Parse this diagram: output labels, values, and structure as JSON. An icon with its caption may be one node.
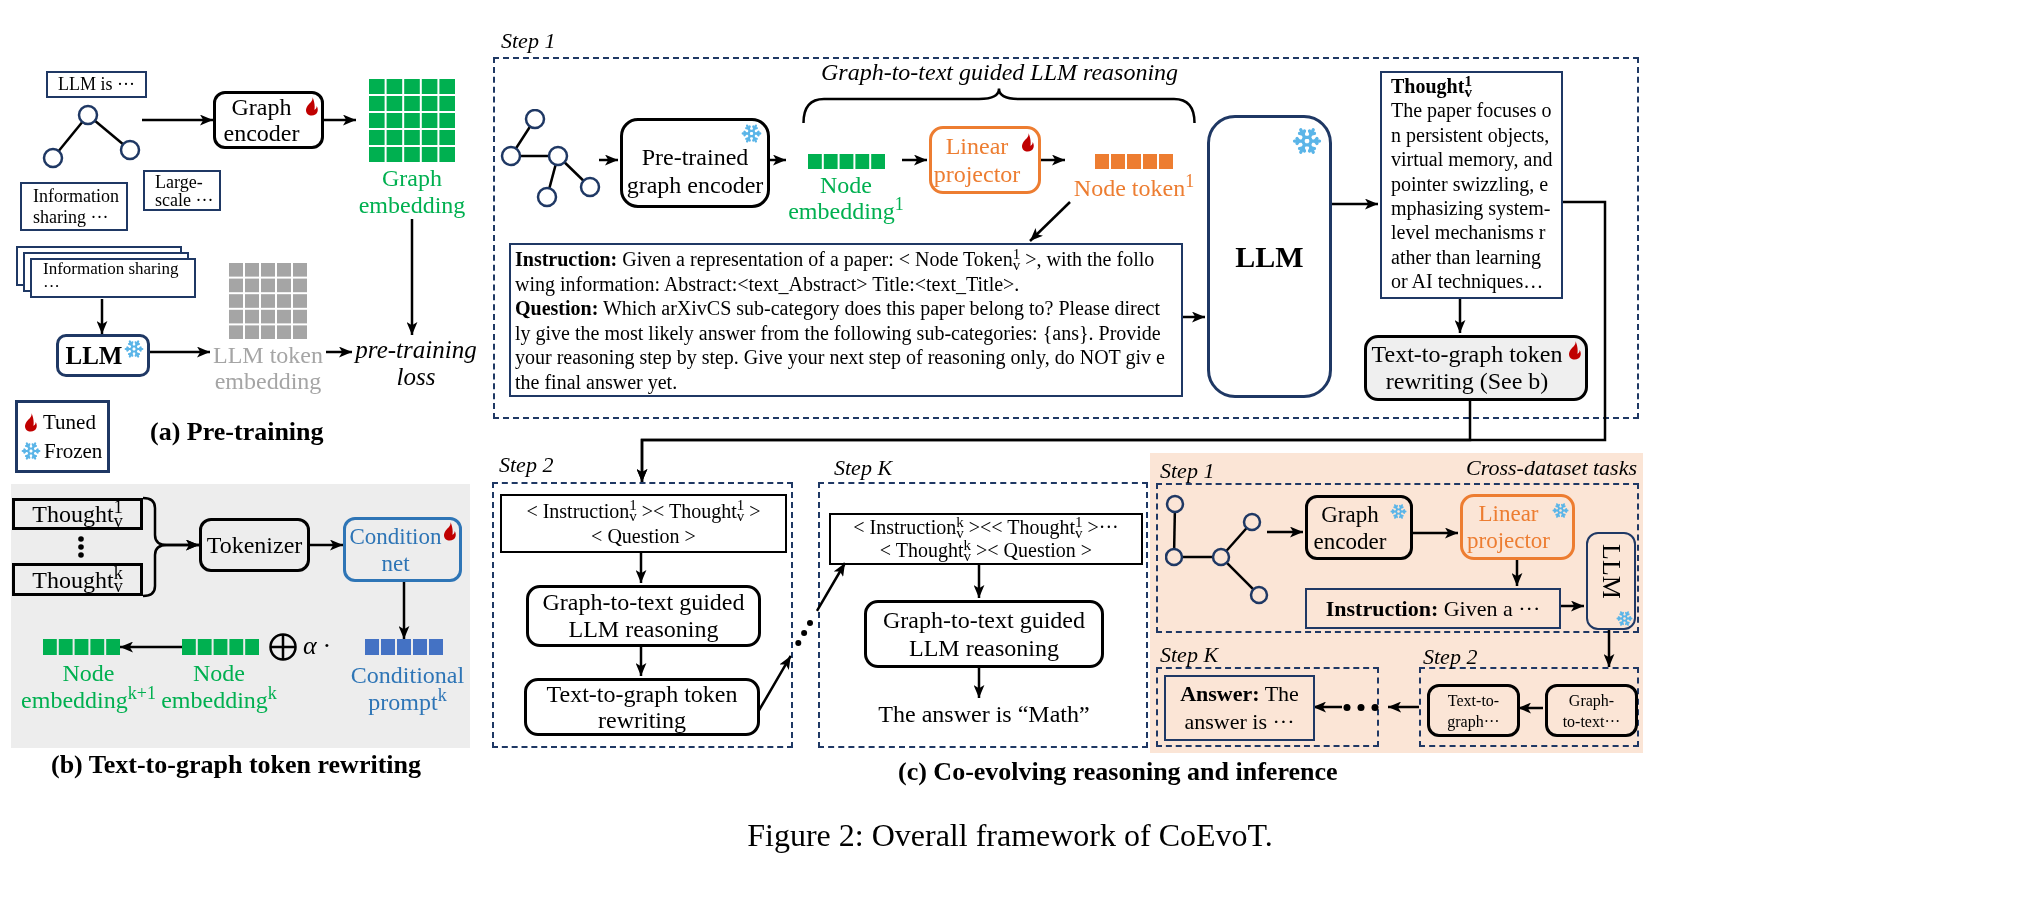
{
  "diagram": {
    "caption": "Figure 2: Overall framework of CoEvoT.",
    "nodes": [
      {
        "text": [
          "LLM is ···"
        ]
      },
      {
        "text": [],
        "shape": "picture"
      },
      {
        "text": [
          "Information sharing ···"
        ]
      },
      {
        "text": [
          "Large-scale ···"
        ]
      },
      {
        "text": [
          "Graph encoder"
        ]
      },
      {
        "text": [
          "Graph embedding"
        ]
      },
      {
        "text": [
          "Information sharing ···"
        ]
      },
      {
        "text": [
          "LLM"
        ]
      },
      {
        "text": [
          "LLM token embedding"
        ]
      },
      {
        "text": [
          "pre-training loss"
        ]
      },
      {
        "text": [
          "(b) Text-to-graph token rewriting"
        ]
      },
      {
        "text": [
          "Thought$^{1}$$_{v}$"
        ],
        "in": 10
      },
      {
        "text": [
          "Thought$^{k}$$_{v}$"
        ],
        "in": 10
      },
      {
        "text": [
          "Tokenizer"
        ],
        "in": 10
      },
      {
        "text": [
          "Condition net"
        ],
        "in": 10
      },
      {
        "text": [],
        "shape": "bar",
        "beside": [
          "Node embedding$^{k+1}$"
        ],
        "in": 10
      },
      {
        "text": [],
        "shape": "bar",
        "beside": [
          "Node embedding$^{k}$"
        ],
        "in": 10
      },
      {
        "text": [],
        "shape": "bar",
        "beside": [
          "Conditional prompt$^{k}$"
        ],
        "in": 10
      },
      {
        "text": [
          "Step 1"
        ]
      },
      {
        "text": [],
        "shape": "picture",
        "in": 18
      },
      {
        "text": [
          "Pre-trained graph encoder"
        ],
        "in": 18
      },
      {
        "text": [
          "Node embedding$^{1}$"
        ],
        "in": 18
      },
      {
        "text": [
          "Linear projector"
        ],
        "in": 18
      },
      {
        "text": [
          "Node token$^{1}$"
        ],
        "in": 18
      },
      {
        "text": [
          "**Instruction:** Given a representation of a paper: < Node Token$^{1}$$_{v}$ >, with the follo wing information: Abstract:<text_Abstract> Title:<text_Title>.",
          "**Question:** Which arXivCS sub-category does this paper belong to? Please direct ly give the most likely answer from the following sub-categories: {ans}. Provide your reasoning step by step. Give your next step of reasoning only, do NOT giv e the final answer yet."
        ],
        "in": 18
      },
      {
        "text": [
          "LLM"
        ],
        "in": 18
      },
      {
        "text": [
          "Thought$^{1}$$_{v}$",
          "The paper focuses o n persistent objects, virtual memory, and pointer swizzling, e mphasizing system-level mechanisms r ather than learning or AI techniques…"
        ],
        "in": 18
      },
      {
        "text": [
          "Text-to-graph token rewriting (See b)"
        ],
        "in": 18
      },
      {
        "text": [
          "Step 2"
        ]
      },
      {
        "text": [
          "< Instruction$^{1}$$_{v}$ >< Thought$^{1}$$_{v}$ > < Question >"
        ],
        "in": 28
      },
      {
        "text": [
          "Graph-to-text guided LLM reasoning"
        ],
        "in": 28
      },
      {
        "text": [
          "Text-to-graph token rewriting"
        ],
        "in": 28
      },
      {
        "text": [
          "Step K"
        ]
      },
      {
        "text": [
          "< Instruction$^{k}$$_{v}$ ><< Thought$^{1}$$_{v}$ >··· < Thought$^{k}$$_{v}$ >< Question >"
        ],
        "in": 32
      },
      {
        "text": [
          "Graph-to-text guided LLM reasoning"
        ],
        "in": 32
      },
      {
        "text": [
          "The answer is “Math”"
        ],
        "in": 32
      },
      {
        "text": [
          "Cross-dataset tasks"
        ]
      },
      {
        "text": [
          "Step 1"
        ],
        "in": 36
      },
      {
        "text": [],
        "shape": "picture",
        "in": 37
      },
      {
        "text": [
          "Graph encoder"
        ],
        "in": 37
      },
      {
        "text": [
          "Linear projector"
        ],
        "in": 37
      },
      {
        "text": [
          "**Instruction:** Given a ···"
        ],
        "in": 37
      },
      {
        "text": [
          "LLM"
        ],
        "in": 37
      },
      {
        "text": [
          "Step K"
        ],
        "in": 36
      },
      {
        "text": [
          "**Answer:** The answer is ···"
        ],
        "in": 43
      },
      {
        "text": [
          "Step 2"
        ],
        "in": 36
      },
      {
        "text": [
          "Text-to-graph···"
        ],
        "in": 45
      },
      {
        "text": [
          "Graph-to-text···"
        ],
        "in": 45
      }
    ],
    "edges": [
      {
        "from": 1,
        "to": 4,
        "arrow": "to"
      },
      {
        "from": 4,
        "to": 5,
        "arrow": "to"
      },
      {
        "from": 5,
        "to": 9,
        "arrow": "to"
      },
      {
        "from": 6,
        "to": 7,
        "arrow": "to"
      },
      {
        "from": 7,
        "to": 8,
        "arrow": "to"
      },
      {
        "from": 8,
        "to": 9,
        "arrow": "to"
      },
      {
        "from": 11,
        "to": 13,
        "arrow": "to"
      },
      {
        "from": 12,
        "to": 13,
        "arrow": "to"
      },
      {
        "from": 13,
        "to": 14,
        "arrow": "to"
      },
      {
        "from": 14,
        "to": 17,
        "arrow": "to"
      },
      {
        "from": 16,
        "to": 15,
        "arrow": "to"
      },
      {
        "from": 19,
        "to": 20,
        "arrow": "to"
      },
      {
        "from": 20,
        "to": 21,
        "arrow": "to"
      },
      {
        "from": 21,
        "to": 22,
        "arrow": "to"
      },
      {
        "from": 22,
        "to": 23,
        "arrow": "to"
      },
      {
        "from": 23,
        "to": 24,
        "arrow": "to"
      },
      {
        "from": 24,
        "to": 25,
        "arrow": "to"
      },
      {
        "from": 25,
        "to": 26,
        "arrow": "to"
      },
      {
        "from": 26,
        "to": 27,
        "arrow": "to"
      },
      {
        "from": 26,
        "to": 28,
        "arrow": "to"
      },
      {
        "from": 27,
        "to": 28,
        "arrow": "to"
      },
      {
        "from": 29,
        "to": 30,
        "arrow": "to"
      },
      {
        "from": 30,
        "to": 31,
        "arrow": "to"
      },
      {
        "from": 31,
        "to": 33,
        "arrow": "to",
        "style": "dashed"
      },
      {
        "from": 33,
        "to": 34,
        "arrow": "to"
      },
      {
        "from": 34,
        "to": 35,
        "arrow": "to"
      },
      {
        "from": 38,
        "to": 39,
        "arrow": "to"
      },
      {
        "from": 39,
        "to": 40,
        "arrow": "to"
      },
      {
        "from": 40,
        "to": 41,
        "arrow": "to"
      },
      {
        "from": 41,
        "to": 42,
        "arrow": "to"
      },
      {
        "from": 42,
        "to": 45,
        "arrow": "to"
      },
      {
        "from": 47,
        "to": 46,
        "arrow": "to"
      },
      {
        "from": 45,
        "to": 44,
        "arrow": "to",
        "style": "dashed"
      }
    ],
    "labels": [
      "(a) Pre-training",
      "α ·",
      "Graph-to-text guided LLM reasoning",
      "(c) Co-evolving reasoning and inference"
    ],
    "legend": [
      {
        "text": "Tuned"
      },
      {
        "text": "Frozen"
      }
    ]
  }
}
